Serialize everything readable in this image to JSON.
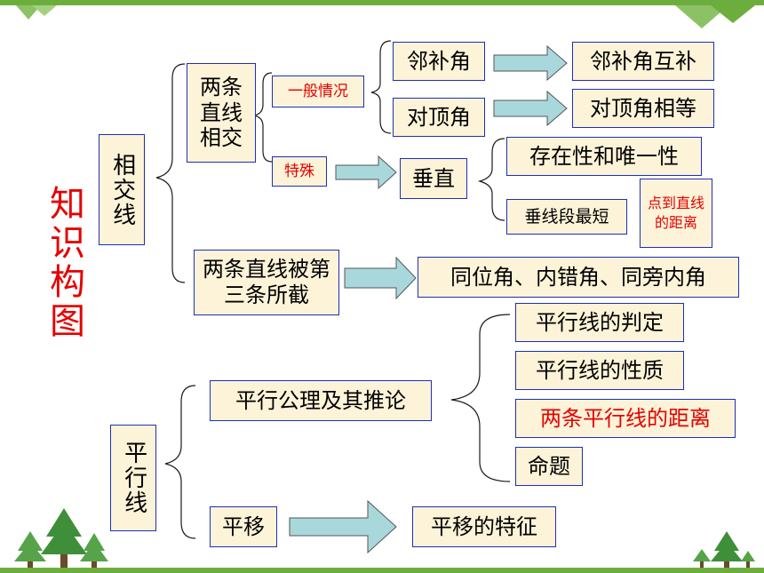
{
  "title": "知识构图",
  "xiangjiao": "相交线",
  "pingxing": "平行线",
  "liangtiao_xiangjiao": "两条直线相交",
  "yiban": "一般情况",
  "teshu": "特殊",
  "linbujiao": "邻补角",
  "duidingjiao": "对顶角",
  "linbujiao_hubu": "邻补角互补",
  "duidingjiao_xiangdeng": "对顶角相等",
  "chuizhi": "垂直",
  "cunzai": "存在性和唯一性",
  "chuixianduan": "垂线段最短",
  "dian_dao_zhixian": "点到直线的距离",
  "sanxian": "两条直线被第三条所截",
  "tongwei": "同位角、内错角、同旁内角",
  "gongli": "平行公理及其推论",
  "panding": "平行线的判定",
  "xingzhi": "平行线的性质",
  "juli": "两条平行线的距离",
  "mingti": "命题",
  "pingyi": "平移",
  "pingyi_tezheng": "平移的特征",
  "colors": {
    "bar": "#6cae3e",
    "border": "#1d2fb8",
    "fill": "#fdf3d8",
    "accent": "#e60000",
    "arrow": "#a9d8dc",
    "tree": "#3f8f3a"
  }
}
